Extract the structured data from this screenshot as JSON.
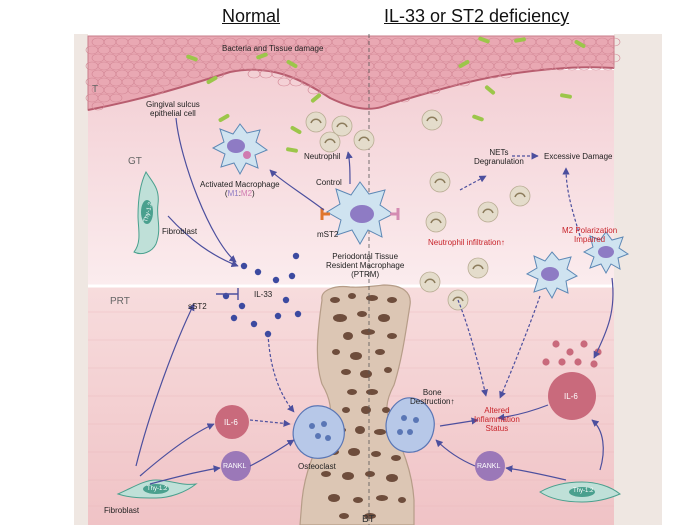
{
  "headers": {
    "left": "Normal",
    "right": "IL-33 or ST2 deficiency"
  },
  "zones": {
    "t": "T",
    "gt": "GT",
    "prt": "PRT",
    "bt": "BT"
  },
  "labels": {
    "bacteria": "Bacteria and Tissue damage",
    "gingival_line1": "Gingival sulcus",
    "gingival_line2": "epithelial cell",
    "neutrophil": "Neutrophil",
    "activated_macrophage": "Activated Macrophage",
    "m1m2_m1": "M1",
    "m1m2_sep": ":",
    "m1m2_m2": "M2",
    "control": "Control",
    "fibroblast_top": "Fibroblast",
    "thy_top": "Thy-1.2",
    "mst2": "mST2",
    "ptrm_line1": "Periodontal Tissue",
    "ptrm_line2": "Resident Macrophage",
    "ptrm_line3": "(PTRM)",
    "sst2": "sST2",
    "il33": "IL-33",
    "il6_left": "IL-6",
    "rankl_left": "RANKL",
    "osteoclast": "Osteoclast",
    "fibroblast_bottom": "Fibroblast",
    "thy_bottom_left": "Thy-1.2",
    "nets_line1": "NETs",
    "nets_line2": "Degranulation",
    "excessive_damage": "Excessive Damage",
    "neutrophil_infiltration": "Neutrophil infiltration↑",
    "m2_line1": "M2 Polarization",
    "m2_line2": "Impaired",
    "bone_line1": "Bone",
    "bone_line2": "Destruction↑",
    "altered_line1": "Altered",
    "altered_line2": "Inflammation",
    "altered_line3": "Status",
    "il6_right": "IL-6",
    "rankl_right": "RANKL",
    "thy_bottom_right": "Thy-1.2"
  },
  "colors": {
    "epithelium": "#e9a8b3",
    "gingiva": "#f7dfe2",
    "prt": "#f4d1d3",
    "bone": "#dcc6b4",
    "bone_pore": "#6e4d3c",
    "macrophage": "#cfe3f0",
    "nucleus": "#8e7bc4",
    "neutrophil": "#e4dccb",
    "bacteria": "#9cc64a",
    "il6": "#c96a7c",
    "rankl": "#9b78b8",
    "il33_dot": "#3c4aa0",
    "red_text": "#c8242b",
    "arrow": "#4c4f9e"
  }
}
